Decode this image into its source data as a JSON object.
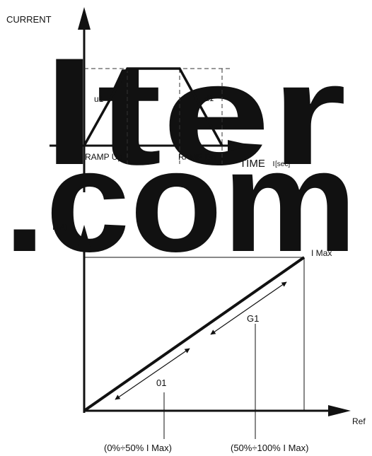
{
  "colors": {
    "watermark": "#1fb2e6",
    "ink": "#111111",
    "guide": "#333333"
  },
  "watermark": {
    "line1": "lter",
    "line2": ".com"
  },
  "ramp_diagram": {
    "y_axis_label": "CURRENT",
    "x_axis_label": "TIME",
    "x_unit": "[sec]",
    "rise_label": "u1",
    "fall_label": "d1",
    "ramp_up_label": "RAMP Up",
    "ramp_down_label": "RAMP Dn"
  },
  "ref_diagram": {
    "y_axis_label": "I [A]",
    "x_axis_label": "Ref",
    "max_label": "I Max",
    "lower_gain_label": "01",
    "upper_gain_label": "G1",
    "lower_range_label": "(0%÷50% I Max)",
    "upper_range_label": "(50%÷100% I Max)"
  }
}
